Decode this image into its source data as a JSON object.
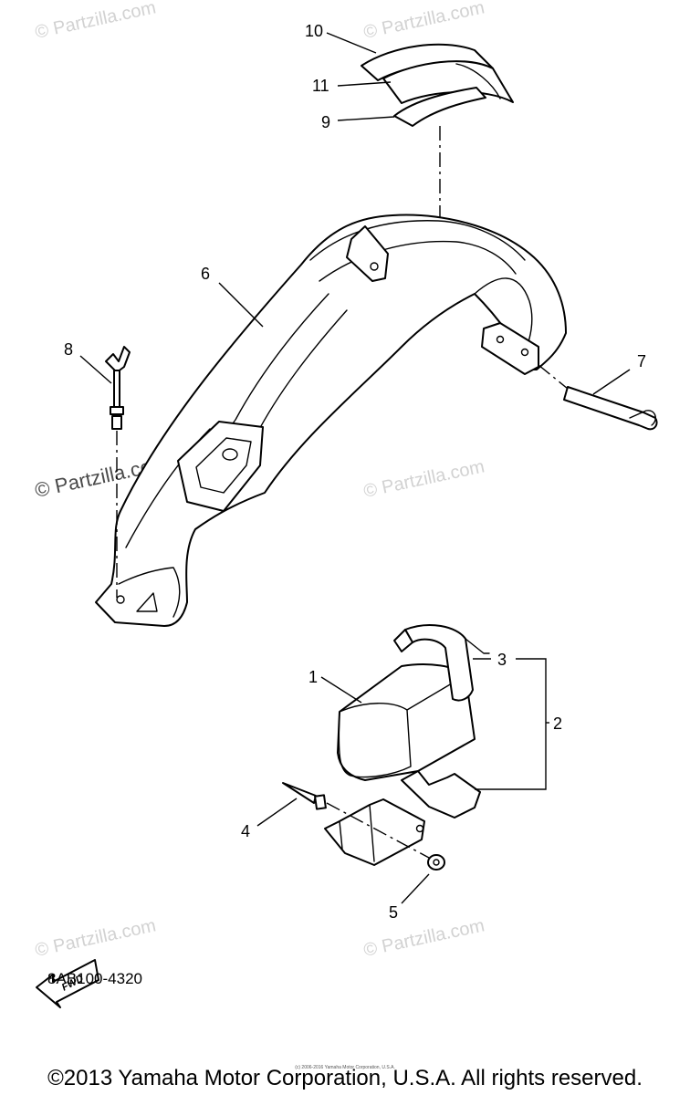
{
  "diagram": {
    "code": "8AB100-4320",
    "fwd_label": "FWD",
    "callouts": {
      "c1": "1",
      "c2": "2",
      "c3": "3",
      "c4": "4",
      "c5": "5",
      "c6": "6",
      "c7": "7",
      "c8": "8",
      "c9": "9",
      "c10": "10",
      "c11": "11"
    }
  },
  "watermark": {
    "text": "© Partzilla.com"
  },
  "footer": {
    "copyright": "©2013 Yamaha Motor Corporation, U.S.A. All rights reserved.",
    "small_copyright": "(c) 2006-2016 Yamaha Motor Corporation, U.S.A."
  },
  "colors": {
    "line": "#000000",
    "watermark": "#d2d2d2",
    "background": "#ffffff"
  }
}
